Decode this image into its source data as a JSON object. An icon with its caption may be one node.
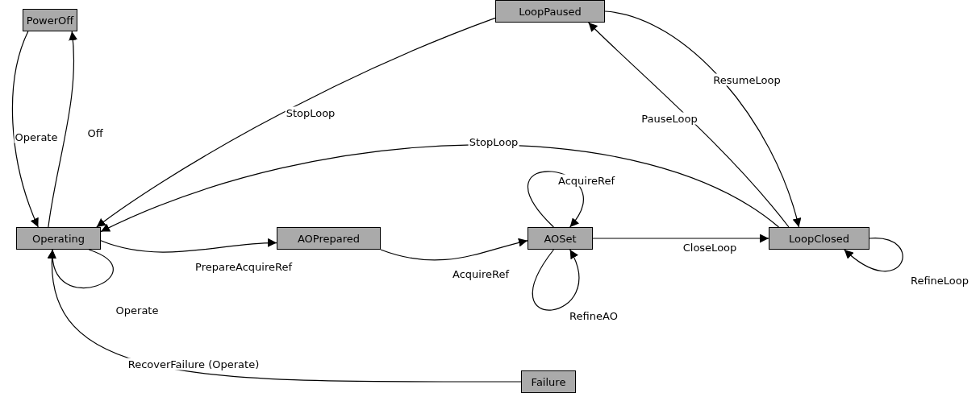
{
  "diagram": {
    "nodes": [
      {
        "text": [
          "PowerOff"
        ]
      },
      {
        "text": [
          "LoopPaused"
        ]
      },
      {
        "text": [
          "Operating"
        ]
      },
      {
        "text": [
          "AOPrepared"
        ]
      },
      {
        "text": [
          "AOSet"
        ]
      },
      {
        "text": [
          "LoopClosed"
        ]
      },
      {
        "text": [
          "Failure"
        ]
      }
    ],
    "edges": [
      {
        "from": 0,
        "to": 2,
        "arrow": "to",
        "label": "Operate"
      },
      {
        "from": 2,
        "to": 0,
        "arrow": "to",
        "label": "Off"
      },
      {
        "from": 1,
        "to": 2,
        "arrow": "to",
        "label": "StopLoop"
      },
      {
        "from": 5,
        "to": 2,
        "arrow": "to",
        "label": "StopLoop"
      },
      {
        "from": 5,
        "to": 1,
        "arrow": "to",
        "label": "PauseLoop"
      },
      {
        "from": 1,
        "to": 5,
        "arrow": "to",
        "label": "ResumeLoop"
      },
      {
        "from": 2,
        "to": 2,
        "arrow": "to",
        "label": "Operate"
      },
      {
        "from": 2,
        "to": 3,
        "arrow": "to",
        "label": "PrepareAcquireRef"
      },
      {
        "from": 3,
        "to": 4,
        "arrow": "to",
        "label": "AcquireRef"
      },
      {
        "from": 4,
        "to": 4,
        "arrow": "to",
        "label": "AcquireRef"
      },
      {
        "from": 4,
        "to": 4,
        "arrow": "to",
        "label": "RefineAO"
      },
      {
        "from": 4,
        "to": 5,
        "arrow": "to",
        "label": "CloseLoop"
      },
      {
        "from": 5,
        "to": 5,
        "arrow": "to",
        "label": "RefineLoop"
      },
      {
        "from": 6,
        "to": 2,
        "arrow": "to",
        "label": "RecoverFailure (Operate)"
      }
    ]
  }
}
